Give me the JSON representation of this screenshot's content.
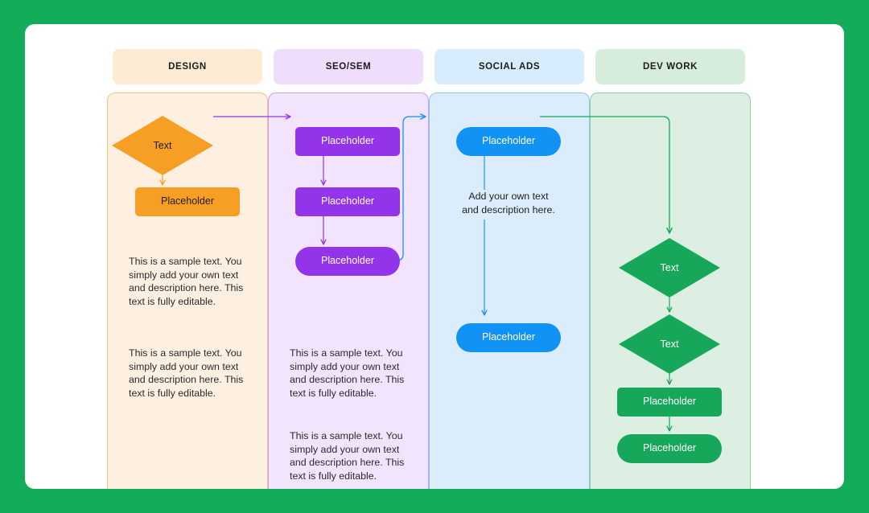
{
  "canvas": {
    "background_color": "#13AC5B",
    "card_color": "#FFFFFF"
  },
  "columns": [
    {
      "id": "design",
      "header_label": "DESIGN",
      "header_chip_color": "#FDEBD3",
      "lane_color": "#FDF0E0",
      "lane_border_color": "#F4C181",
      "accent_color": "#F79F25",
      "shapes": [
        {
          "type": "diamond",
          "label": "Text",
          "fill": "#F79F25",
          "text_color": "#1f1f1f"
        },
        {
          "type": "rect",
          "label": "Placeholder",
          "fill": "#F79F25",
          "text_color": "#1f1f1f"
        }
      ],
      "paragraphs": [
        "This is a sample text. You simply add your own text and description here. This text is fully editable.",
        "This is a sample text. You simply add your own text and description here. This text is fully editable."
      ]
    },
    {
      "id": "seosem",
      "header_label": "SEO/SEM",
      "header_chip_color": "#F0DDFC",
      "lane_color": "#F2E4FC",
      "lane_border_color": "#C99DF0",
      "accent_color": "#9334EA",
      "shapes": [
        {
          "type": "rect",
          "label": "Placeholder",
          "fill": "#9334EA",
          "text_color": "#FFFFFF"
        },
        {
          "type": "rect",
          "label": "Placeholder",
          "fill": "#9334EA",
          "text_color": "#FFFFFF"
        },
        {
          "type": "pill",
          "label": "Placeholder",
          "fill": "#9334EA",
          "text_color": "#FFFFFF"
        }
      ],
      "paragraphs": [
        "This is a sample text. You simply add your own text and description here. This text is fully editable.",
        "This is a sample text. You simply add your own text and description here. This text is fully editable."
      ]
    },
    {
      "id": "socialads",
      "header_label": "SOCIAL ADS",
      "header_chip_color": "#D7ECFD",
      "lane_color": "#DBEDFC",
      "lane_border_color": "#8EC7F2",
      "accent_color": "#1193F5",
      "shapes": [
        {
          "type": "pill",
          "label": "Placeholder",
          "fill": "#1193F5",
          "text_color": "#FFFFFF"
        },
        {
          "type": "pill",
          "label": "Placeholder",
          "fill": "#1193F5",
          "text_color": "#FFFFFF"
        }
      ],
      "mid_label": "Add your own text\nand description here.",
      "paragraphs": []
    },
    {
      "id": "devwork",
      "header_label": "DEV WORK",
      "header_chip_color": "#D6EDDC",
      "lane_color": "#DCEFE2",
      "lane_border_color": "#8FCBA6",
      "accent_color": "#16A75A",
      "shapes": [
        {
          "type": "diamond",
          "label": "Text",
          "fill": "#16A75A",
          "text_color": "#FFFFFF"
        },
        {
          "type": "diamond",
          "label": "Text",
          "fill": "#16A75A",
          "text_color": "#FFFFFF"
        },
        {
          "type": "rect",
          "label": "Placeholder",
          "fill": "#16A75A",
          "text_color": "#FFFFFF"
        },
        {
          "type": "pill",
          "label": "Placeholder",
          "fill": "#16A75A",
          "text_color": "#FFFFFF"
        }
      ],
      "paragraphs": []
    }
  ],
  "connectors": [
    {
      "from": "design-diamond",
      "to": "seosem-box-1",
      "color": "#9334EA"
    },
    {
      "from": "seosem-box-1",
      "to": "seosem-box-2",
      "color": "#9334EA"
    },
    {
      "from": "seosem-box-2",
      "to": "seosem-pill-3",
      "color": "#9334EA"
    },
    {
      "from": "seosem-pill-3",
      "to": "socialads-pill-1",
      "color": "#1193F5"
    },
    {
      "from": "socialads-pill-1",
      "to": "socialads-pill-2",
      "color": "#1193F5"
    },
    {
      "from": "socialads-pill-1",
      "to": "devwork-diamond-1",
      "color": "#16A75A"
    },
    {
      "from": "devwork-diamond-1",
      "to": "devwork-diamond-2",
      "color": "#16A75A"
    },
    {
      "from": "devwork-diamond-2",
      "to": "devwork-rect-3",
      "color": "#16A75A"
    },
    {
      "from": "devwork-rect-3",
      "to": "devwork-pill-4",
      "color": "#16A75A"
    },
    {
      "from": "design-diamond",
      "to": "design-rect-2",
      "color": "#F79F25"
    }
  ]
}
